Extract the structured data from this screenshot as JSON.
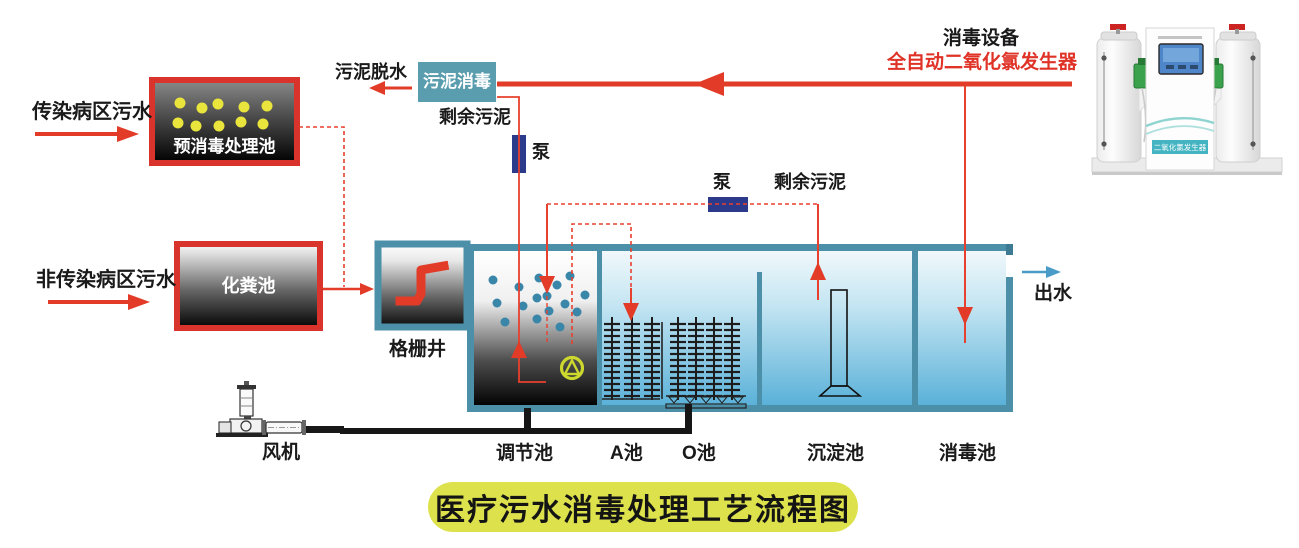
{
  "title": "医疗污水消毒处理工艺流程图",
  "flows": {
    "infectious_inflow": "传染病区污水",
    "non_infectious_inflow": "非传染病区污水",
    "sludge_dewatering": "污泥脱水",
    "excess_sludge_top": "剩余污泥",
    "excess_sludge_return": "剩余污泥",
    "pump_top": "泵",
    "pump_return": "泵",
    "effluent": "出水"
  },
  "units": {
    "pre_disinfection_tank": "预消毒处理池",
    "septic_tank": "化粪池",
    "sludge_disinfection": "污泥消毒",
    "grid_well": "格栅井",
    "blower": "风机",
    "regulating_tank": "调节池",
    "a_tank": "A池",
    "o_tank": "O池",
    "sedimentation_tank": "沉淀池",
    "disinfection_tank": "消毒池"
  },
  "equipment": {
    "heading": "消毒设备",
    "name": "全自动二氧化氯发生器",
    "device_label": "二氧化氯发生器"
  },
  "colors": {
    "accent_red": "#e03327",
    "tank_border_teal": "#4b8fa9",
    "water_blue": "#58b0d8",
    "pump_navy": "#2c3a8c",
    "sludge_box_teal": "#5a9dae",
    "title_bg": "#dde24c",
    "dot_yellow": "#e9e53c",
    "dot_blue": "#3a86a8"
  }
}
